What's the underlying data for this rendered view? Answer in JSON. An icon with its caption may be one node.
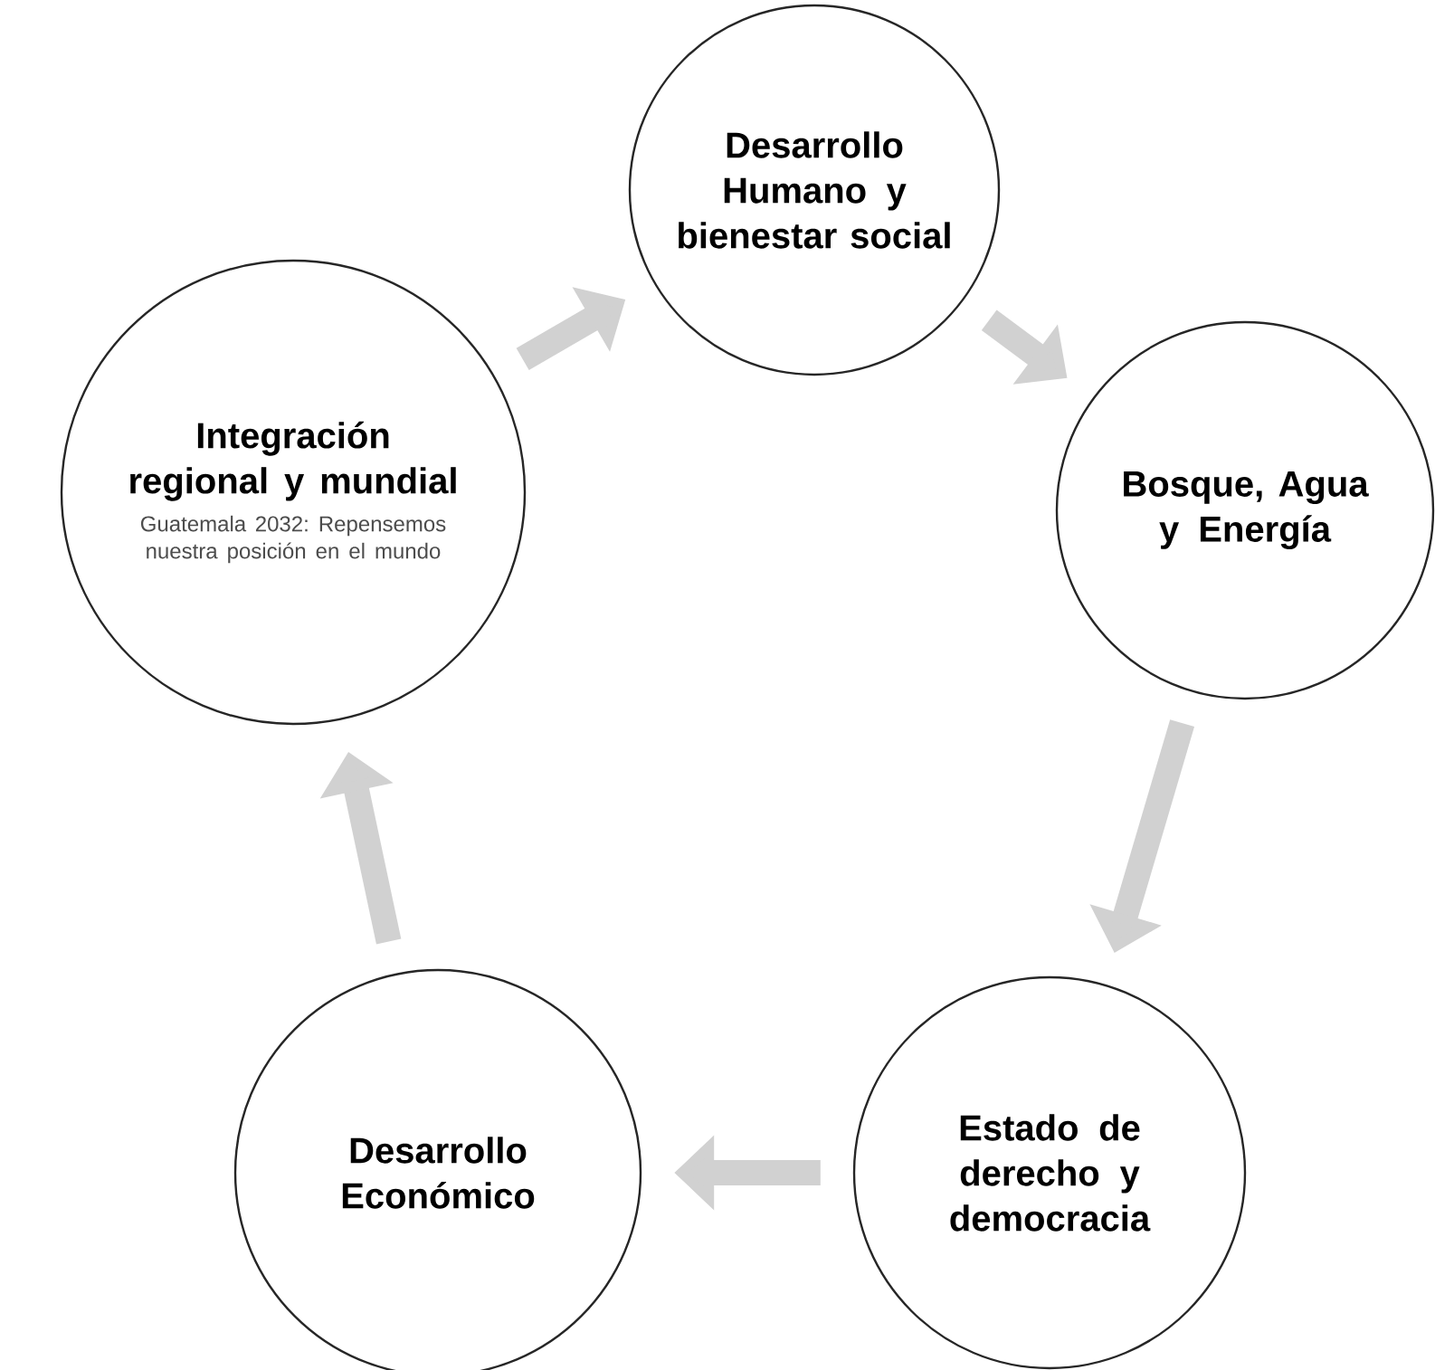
{
  "diagram": {
    "nodes": [
      {
        "text": [
          "Desarrollo Humano y bienestar social"
        ]
      },
      {
        "text": [
          "Integración regional y mundial",
          "Guatemala 2032: Repensemos nuestra posición en el mundo"
        ]
      },
      {
        "text": [
          "Bosque, Agua y Energía"
        ]
      },
      {
        "text": [
          "Desarrollo Económico"
        ]
      },
      {
        "text": [
          "Estado de derecho y democracia"
        ]
      }
    ],
    "edges": [
      {
        "from": 0,
        "to": 2,
        "arrow": "to"
      },
      {
        "from": 2,
        "to": 4,
        "arrow": "to"
      },
      {
        "from": 4,
        "to": 3,
        "arrow": "to"
      },
      {
        "from": 3,
        "to": 1,
        "arrow": "to"
      },
      {
        "from": 1,
        "to": 0,
        "arrow": "to"
      }
    ]
  }
}
